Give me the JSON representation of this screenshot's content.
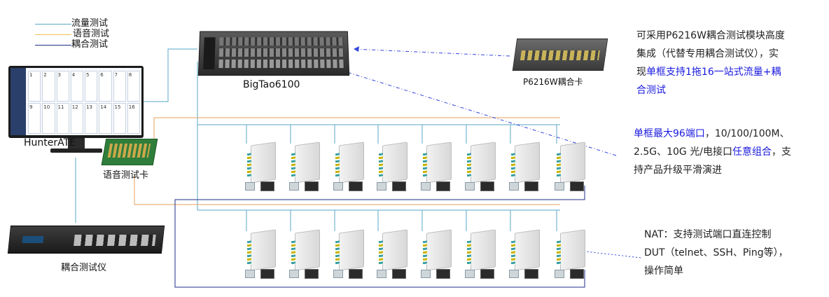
{
  "legend": {
    "items": [
      {
        "label": "流量测试",
        "color": "#5aa7c9"
      },
      {
        "label": "语音测试",
        "color": "#f2c14e"
      },
      {
        "label": "耦合测试",
        "color": "#1f2d8a"
      }
    ]
  },
  "labels": {
    "hunter": "HunterATE",
    "voice_card": "语音测试卡",
    "bigtao": "BigTao6100",
    "p6216w": "P6216W耦合卡",
    "coupler": "耦合测试仪"
  },
  "annotations": {
    "a1": {
      "line1": "可采用P6216W耦合测试模块高度",
      "line2": "集成（代替专用耦合测试仪），实",
      "line3_prefix": "现",
      "line3_hl": "单框支持1拖16一站式流量+耦",
      "line4_hl": "合测试"
    },
    "a2": {
      "line1_hl": "单框最大96端口",
      "line1_rest": "，10/100/100M、",
      "line2_a": "2.5G、10G 光/电接口",
      "line2_hl": "任意组合",
      "line2_b": "，支",
      "line3": "持产品升级平滑演进"
    },
    "a3": {
      "line1": "NAT：支持测试端口直连控制",
      "line2": "DUT（telnet、SSH、Ping等），",
      "line3": "操作简单"
    }
  },
  "monitor": {
    "cells": [
      "1",
      "2",
      "3",
      "4",
      "5",
      "6",
      "7",
      "8",
      "9",
      "10",
      "11",
      "12",
      "13",
      "14",
      "15",
      "16"
    ]
  },
  "colors": {
    "flow": "#5aa7c9",
    "voice": "#e8a15c",
    "coupling": "#1f2d8a",
    "highlight": "#1a1adf",
    "dashed": "#3344dd"
  }
}
